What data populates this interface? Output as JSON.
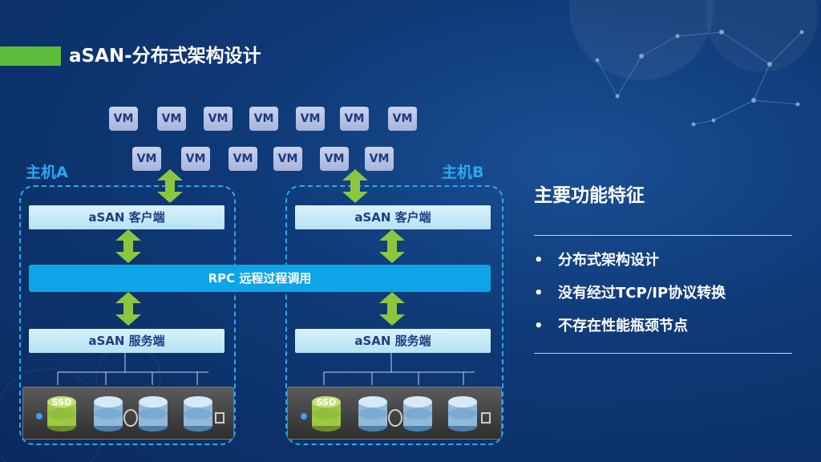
{
  "title": "aSAN-分布式架构设计",
  "vm_label": "VM",
  "hosts": [
    {
      "label": "主机A",
      "client": "aSAN 客户端",
      "server": "aSAN 服务端",
      "ssd": "SSD"
    },
    {
      "label": "主机B",
      "client": "aSAN 客户端",
      "server": "aSAN 服务端",
      "ssd": "SSD"
    }
  ],
  "rpc": "RPC 远程过程调用",
  "features": {
    "title": "主要功能特征",
    "bullet": "•",
    "items": [
      "分布式架构设计",
      "没有经过TCP/IP协议转换",
      "不存在性能瓶颈节点"
    ]
  },
  "colors": {
    "accent_green": "#5cbd3c",
    "host_blue": "#2aa8f0",
    "rpc_blue": "#0ea4e8",
    "arrow_green": "#8cc63f"
  }
}
